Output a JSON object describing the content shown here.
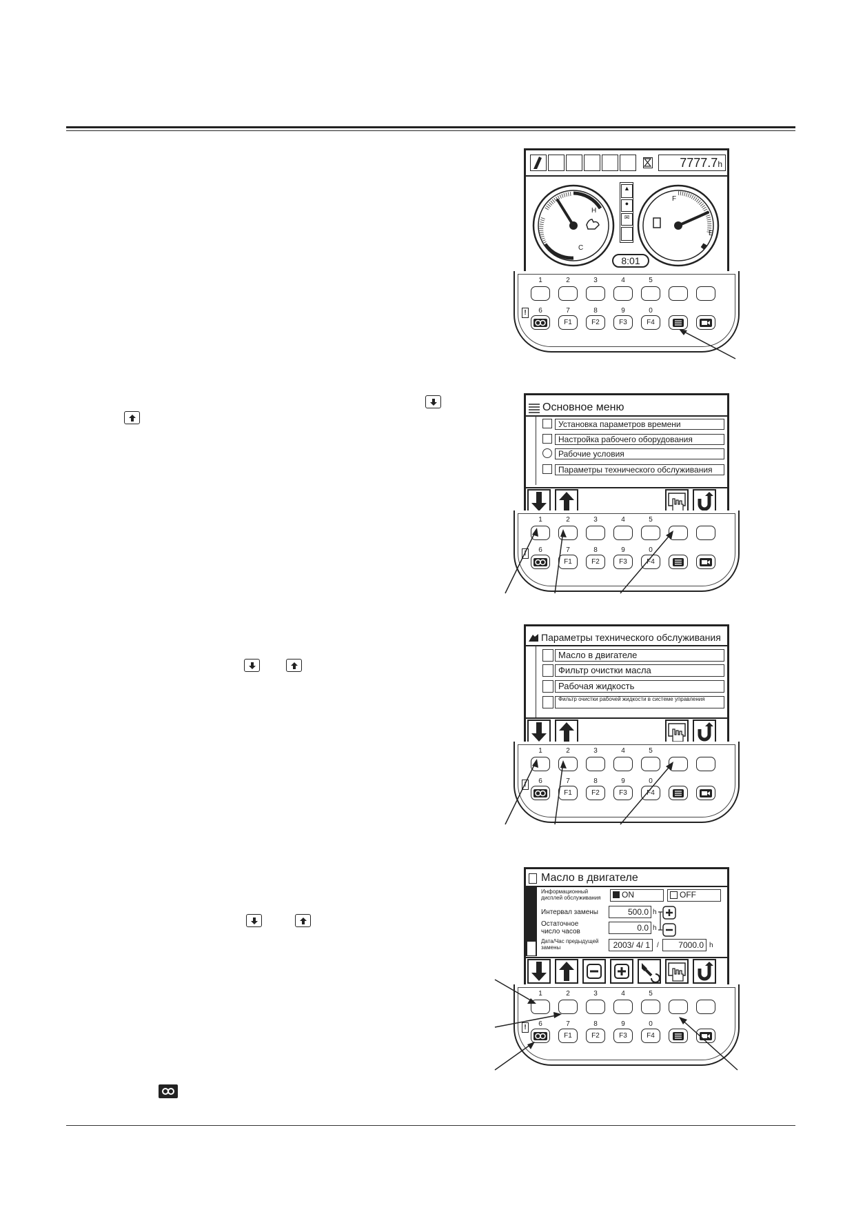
{
  "keypad": {
    "row1_numbers": [
      "1",
      "2",
      "3",
      "4",
      "5"
    ],
    "row2_numbers": [
      "6",
      "7",
      "8",
      "9",
      "0"
    ],
    "fkeys": [
      "F1",
      "F2",
      "F3",
      "F4"
    ]
  },
  "panel1": {
    "hour_meter": "7777.7",
    "hour_unit": "h",
    "clock": "8:01",
    "temp_high": "H",
    "temp_low": "C",
    "fuel_full": "F",
    "fuel_empty": "E"
  },
  "panel2": {
    "title": "Основное меню",
    "items": [
      "Установка параметров времени",
      "Настройка рабочего оборудования",
      "Рабочие условия",
      "Параметры технического обслуживания"
    ]
  },
  "panel3": {
    "title": "Параметры технического обслуживания",
    "items": [
      "Масло в двигателе",
      "Фильтр очистки масла",
      "Рабочая жидкость",
      "Фильтр очистки рабочей жидкости в системе управления"
    ]
  },
  "panel4": {
    "title": "Масло в двигателе",
    "info_label": "Информационный дисплей обслуживания",
    "on_label": "ON",
    "off_label": "OFF",
    "interval_label": "Интервал замены",
    "interval_value": "500.0",
    "remaining_label": "Остаточное число часов",
    "remaining_value": "0.0",
    "date_label": "Дата/Час предыдущей замены",
    "date_value": "2003/ 4/ 1",
    "date_sep": "/",
    "hours_value": "7000.0",
    "unit": "h"
  },
  "icons": {
    "down_arrow": "down-arrow-icon",
    "up_arrow": "up-arrow-icon",
    "enter": "hand-enter-icon",
    "back": "return-icon"
  }
}
